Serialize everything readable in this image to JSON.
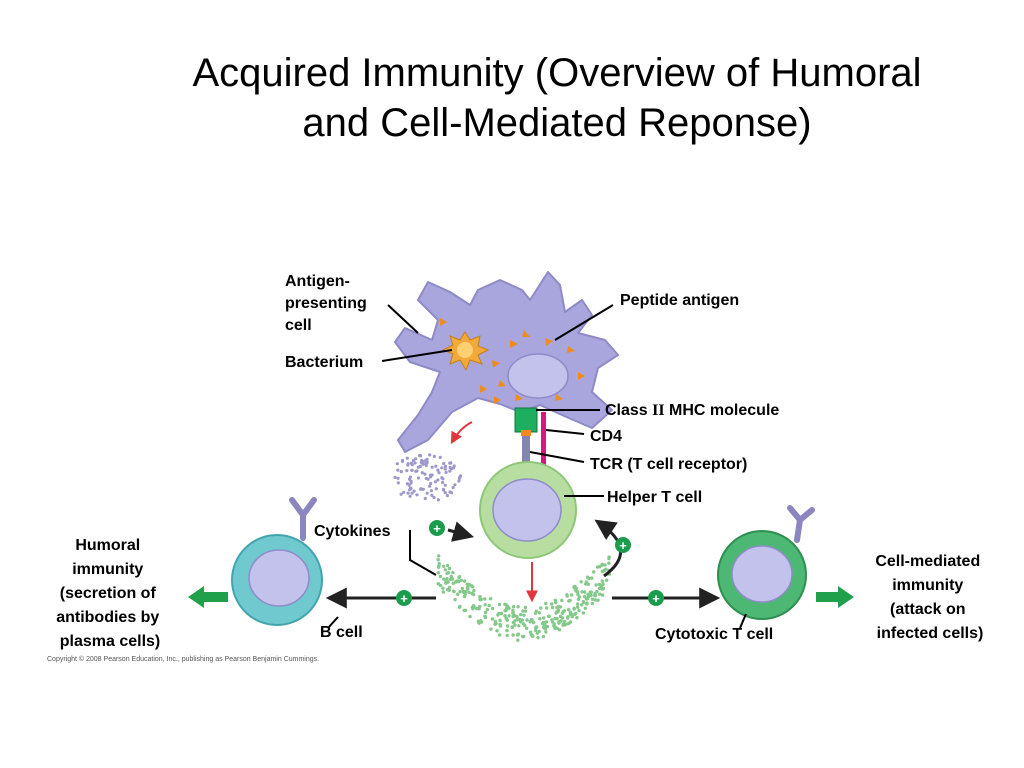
{
  "title": {
    "line1": "Acquired Immunity (Overview of Humoral",
    "line2": "and Cell-Mediated Reponse)"
  },
  "labels": {
    "apc": [
      "Antigen-",
      "presenting",
      "cell"
    ],
    "bacterium": "Bacterium",
    "peptide_antigen": "Peptide antigen",
    "mhc_prefix": "Class ",
    "mhc_numeral": "II",
    "mhc_suffix": " MHC molecule",
    "cd4": "CD4",
    "tcr": "TCR (T cell receptor)",
    "helper_t": "Helper T cell",
    "cytokines": "Cytokines",
    "b_cell": "B cell",
    "cytotoxic_t": "Cytotoxic T cell",
    "humoral": [
      "Humoral",
      "immunity",
      "(secretion of",
      "antibodies by",
      "plasma cells)"
    ],
    "cell_mediated": [
      "Cell-mediated",
      "immunity",
      "(attack on",
      "infected cells)"
    ],
    "plus": "+"
  },
  "copyright": "Copyright © 2008 Pearson Education, Inc., publishing as Pearson Benjamin Cummings.",
  "colors": {
    "apc_fill": "#a9a6de",
    "apc_stroke": "#8e8ac8",
    "nucleus": "#c3c2ec",
    "bacterium": "#f1a93a",
    "peptide": "#ee8c1e",
    "mhc": "#1fae5f",
    "cd4": "#d6197a",
    "tcr": "#8585b2",
    "helper_t": "#b7dea0",
    "b_cell": "#6fc9cf",
    "cytotoxic_t": "#4cb874",
    "cytokine_purple": "#9d98cc",
    "cytokine_green": "#84c98a",
    "plus_badge": "#1b9c4d",
    "output_arrow": "#21a04c",
    "red_arrow": "#e2353c"
  }
}
